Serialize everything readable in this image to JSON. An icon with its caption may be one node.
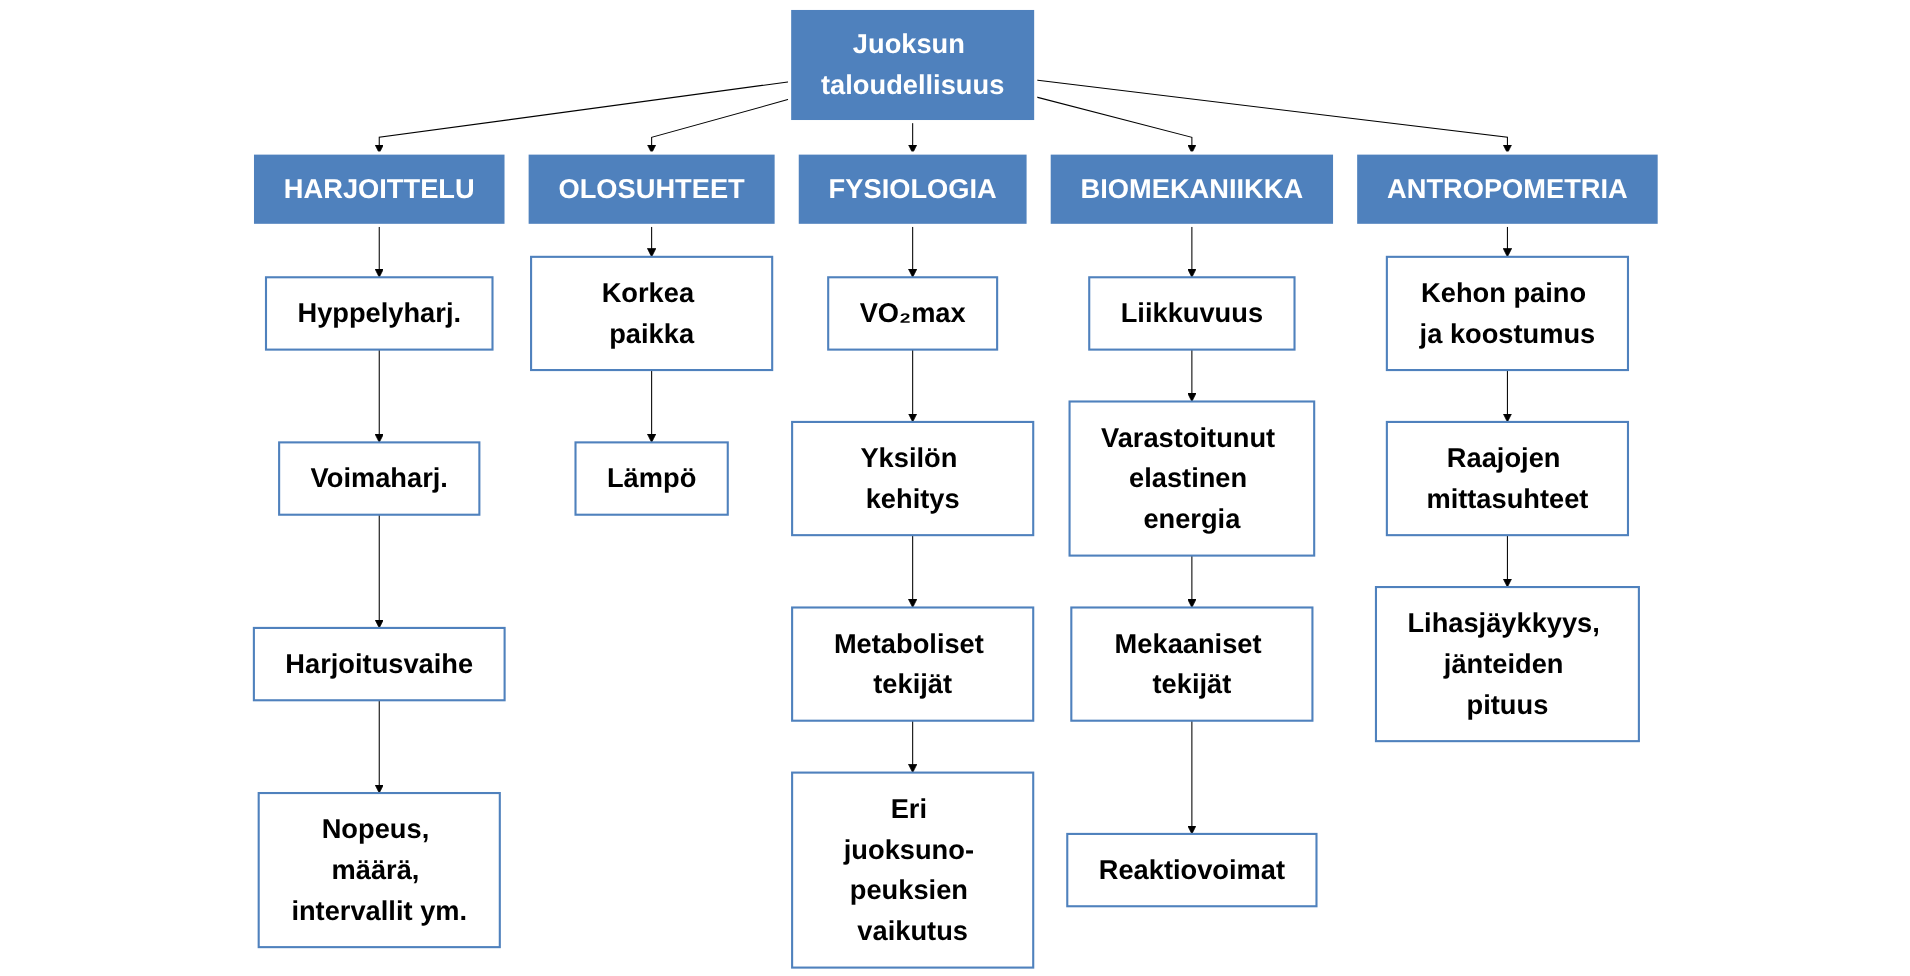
{
  "diagram": {
    "nodes": [
      {
        "text": [
          "Juoksun taloudellisuus"
        ]
      },
      {
        "text": [
          "HARJOITTELU"
        ]
      },
      {
        "text": [
          "OLOSUHTEET"
        ]
      },
      {
        "text": [
          "FYSIOLOGIA"
        ]
      },
      {
        "text": [
          "BIOMEKANIIKKA"
        ]
      },
      {
        "text": [
          "ANTROPOMETRIA"
        ]
      },
      {
        "text": [
          "Hyppelyharj."
        ]
      },
      {
        "text": [
          "Voimaharj."
        ]
      },
      {
        "text": [
          "Harjoitusvaihe"
        ]
      },
      {
        "text": [
          "Nopeus, määrä, intervallit ym."
        ]
      },
      {
        "text": [
          "Korkea paikka"
        ]
      },
      {
        "text": [
          "Lämpö"
        ]
      },
      {
        "text": [
          "VO₂max"
        ]
      },
      {
        "text": [
          "Yksilön kehitys"
        ]
      },
      {
        "text": [
          "Metaboliset tekijät"
        ]
      },
      {
        "text": [
          "Eri juoksuno- peuksien vaikutus"
        ]
      },
      {
        "text": [
          "Liikkuvuus"
        ]
      },
      {
        "text": [
          "Varastoitunut elastinen energia"
        ]
      },
      {
        "text": [
          "Mekaaniset tekijät"
        ]
      },
      {
        "text": [
          "Reaktiovoimat"
        ]
      },
      {
        "text": [
          "Kehon paino ja koostumus"
        ]
      },
      {
        "text": [
          "Raajojen mittasuhteet"
        ]
      },
      {
        "text": [
          "Lihasjäykkyys, jänteiden pituus"
        ]
      }
    ],
    "edges": [
      {
        "from": 0,
        "to": 1,
        "arrow": "to"
      },
      {
        "from": 0,
        "to": 2,
        "arrow": "to"
      },
      {
        "from": 0,
        "to": 3,
        "arrow": "to"
      },
      {
        "from": 0,
        "to": 4,
        "arrow": "to"
      },
      {
        "from": 0,
        "to": 5,
        "arrow": "to"
      },
      {
        "from": 1,
        "to": 6,
        "arrow": "to"
      },
      {
        "from": 6,
        "to": 7,
        "arrow": "to"
      },
      {
        "from": 7,
        "to": 8,
        "arrow": "to"
      },
      {
        "from": 8,
        "to": 9,
        "arrow": "to"
      },
      {
        "from": 2,
        "to": 10,
        "arrow": "to"
      },
      {
        "from": 10,
        "to": 11,
        "arrow": "to"
      },
      {
        "from": 3,
        "to": 12,
        "arrow": "to"
      },
      {
        "from": 12,
        "to": 13,
        "arrow": "to"
      },
      {
        "from": 13,
        "to": 14,
        "arrow": "to"
      },
      {
        "from": 14,
        "to": 15,
        "arrow": "to"
      },
      {
        "from": 4,
        "to": 16,
        "arrow": "to"
      },
      {
        "from": 16,
        "to": 17,
        "arrow": "to"
      },
      {
        "from": 17,
        "to": 18,
        "arrow": "to"
      },
      {
        "from": 18,
        "to": 19,
        "arrow": "to"
      },
      {
        "from": 5,
        "to": 20,
        "arrow": "to"
      },
      {
        "from": 20,
        "to": 21,
        "arrow": "to"
      },
      {
        "from": 21,
        "to": 22,
        "arrow": "to"
      }
    ]
  }
}
